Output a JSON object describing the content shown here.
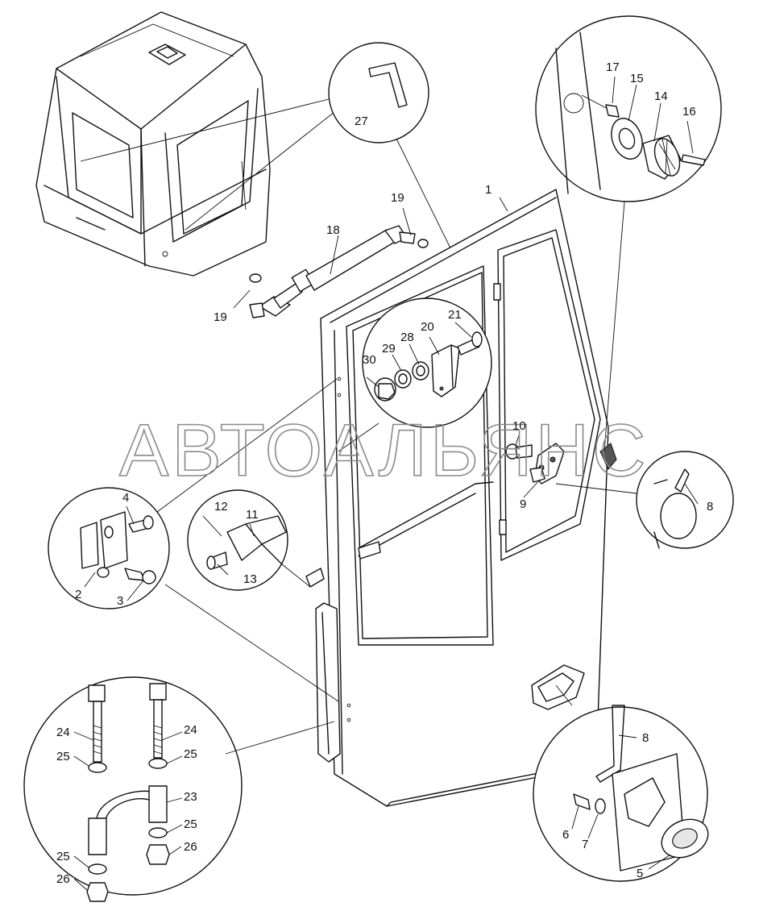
{
  "watermark": "АВТОАЛЬЯНС",
  "callouts": {
    "c1": "1",
    "c2": "2",
    "c3": "3",
    "c4": "4",
    "c5": "5",
    "c6": "6",
    "c7": "7",
    "c8a": "8",
    "c8b": "8",
    "c9": "9",
    "c10": "10",
    "c11": "11",
    "c12": "12",
    "c13": "13",
    "c14": "14",
    "c15": "15",
    "c16": "16",
    "c17": "17",
    "c18": "18",
    "c19a": "19",
    "c19b": "19",
    "c20": "20",
    "c21": "21",
    "c23": "23",
    "c24a": "24",
    "c24b": "24",
    "c25a": "25",
    "c25b": "25",
    "c25c": "25",
    "c25d": "25",
    "c26a": "26",
    "c26b": "26",
    "c27": "27",
    "c28": "28",
    "c29": "29",
    "c30": "30"
  }
}
